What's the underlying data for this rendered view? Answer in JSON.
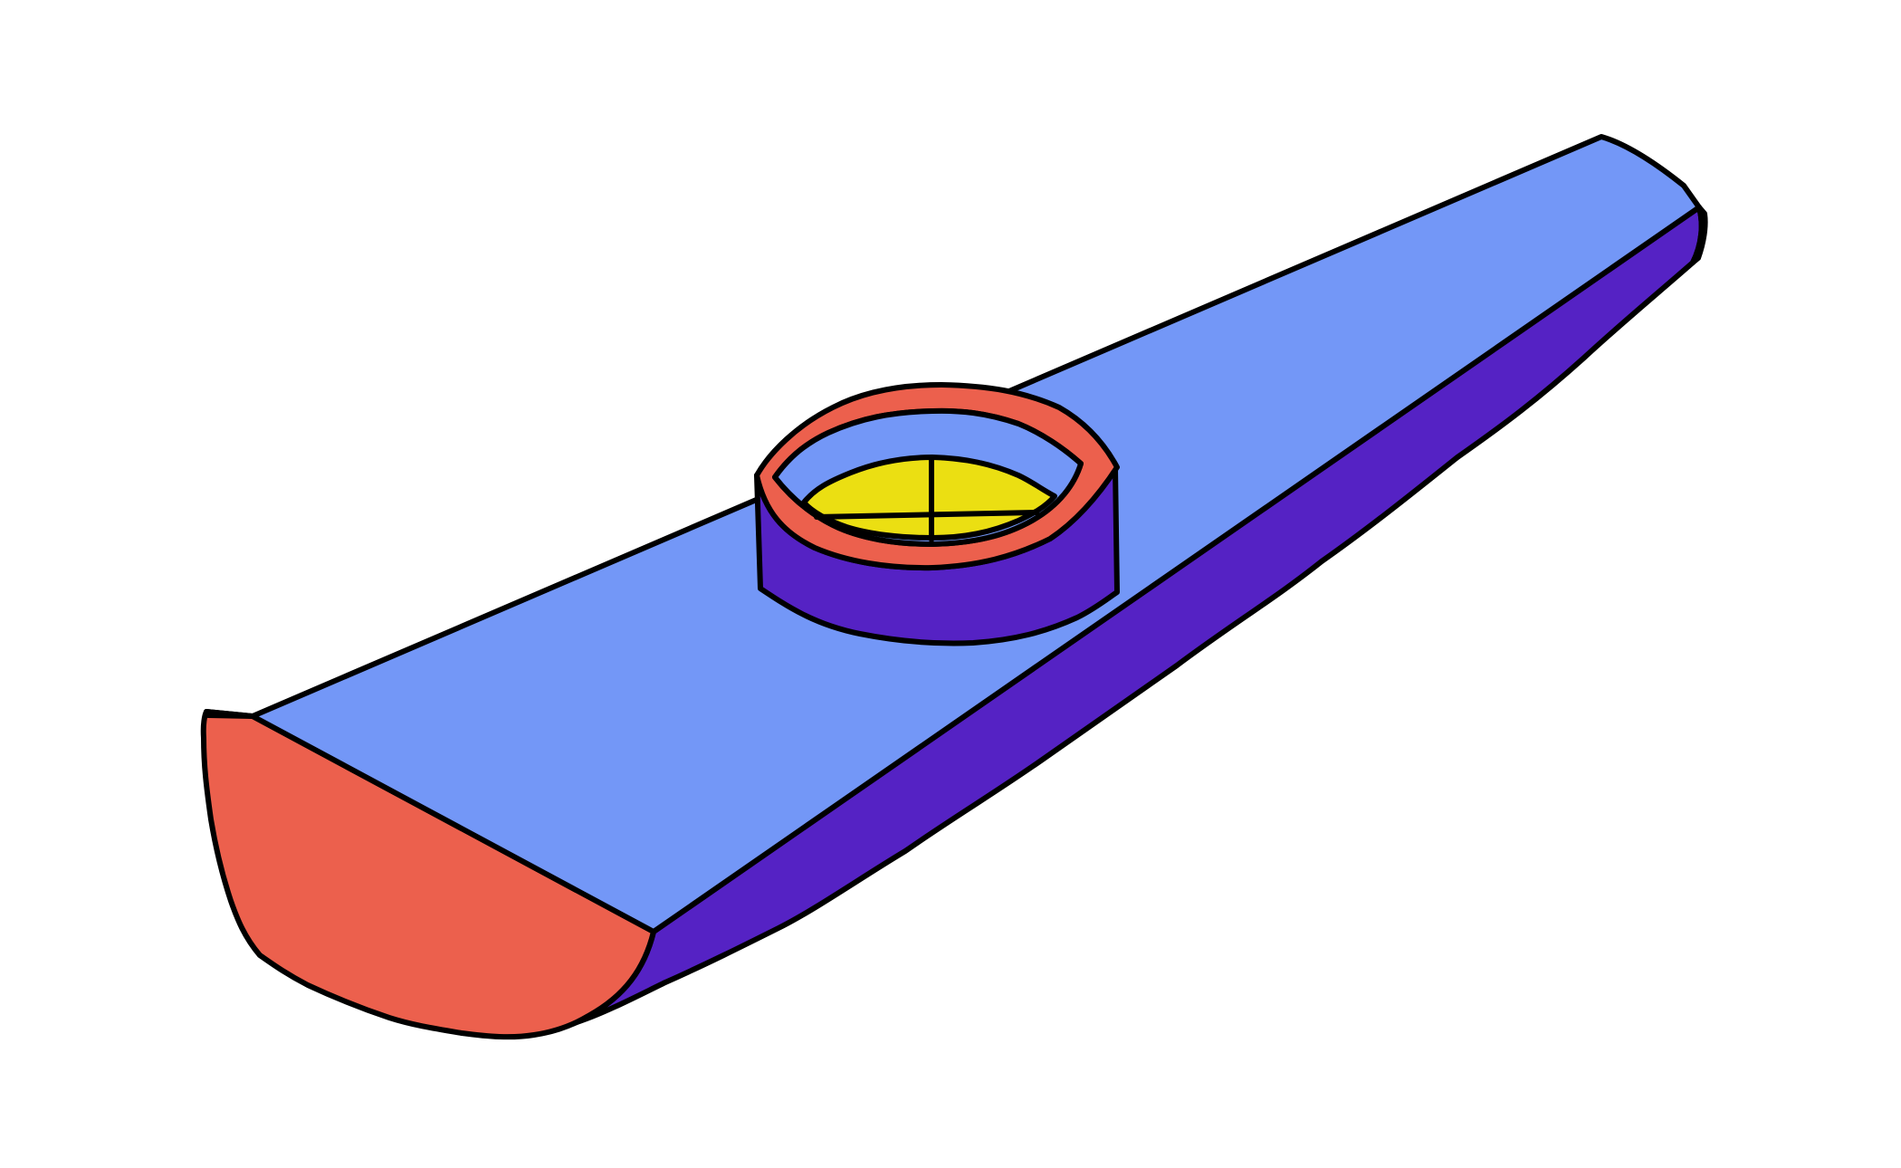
{
  "illustration": {
    "subject": "kazoo",
    "colors": {
      "background": "#ffffff",
      "top_face": "#7397f7",
      "side_face": "#5522c4",
      "end_cap": "#ec604d",
      "resonator_rim": "#ec604d",
      "resonator_wall": "#5522c4",
      "membrane": "#ebdf12",
      "outline": "#000000"
    },
    "icons": [
      "kazoo-body",
      "resonator-turret",
      "membrane-cross"
    ]
  }
}
